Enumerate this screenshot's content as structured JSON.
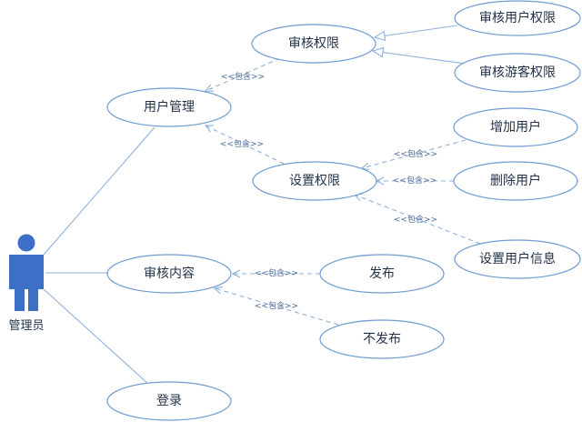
{
  "actor": {
    "label": "管理员",
    "icon": "person-icon",
    "color": "#3d6fc7"
  },
  "stereotype": "<<包含>>",
  "use_cases": {
    "user_mgmt": "用户管理",
    "review_perm": "审核权限",
    "review_user_perm": "审核用户权限",
    "review_guest_perm": "审核游客权限",
    "set_perm": "设置权限",
    "add_user": "增加用户",
    "delete_user": "删除用户",
    "set_user_info": "设置用户信息",
    "review_content": "审核内容",
    "publish": "发布",
    "not_publish": "不发布",
    "login": "登录"
  },
  "colors": {
    "line": "#8fb0da",
    "ellipse_border": "#6f9bd1",
    "text": "#1f2f46"
  }
}
